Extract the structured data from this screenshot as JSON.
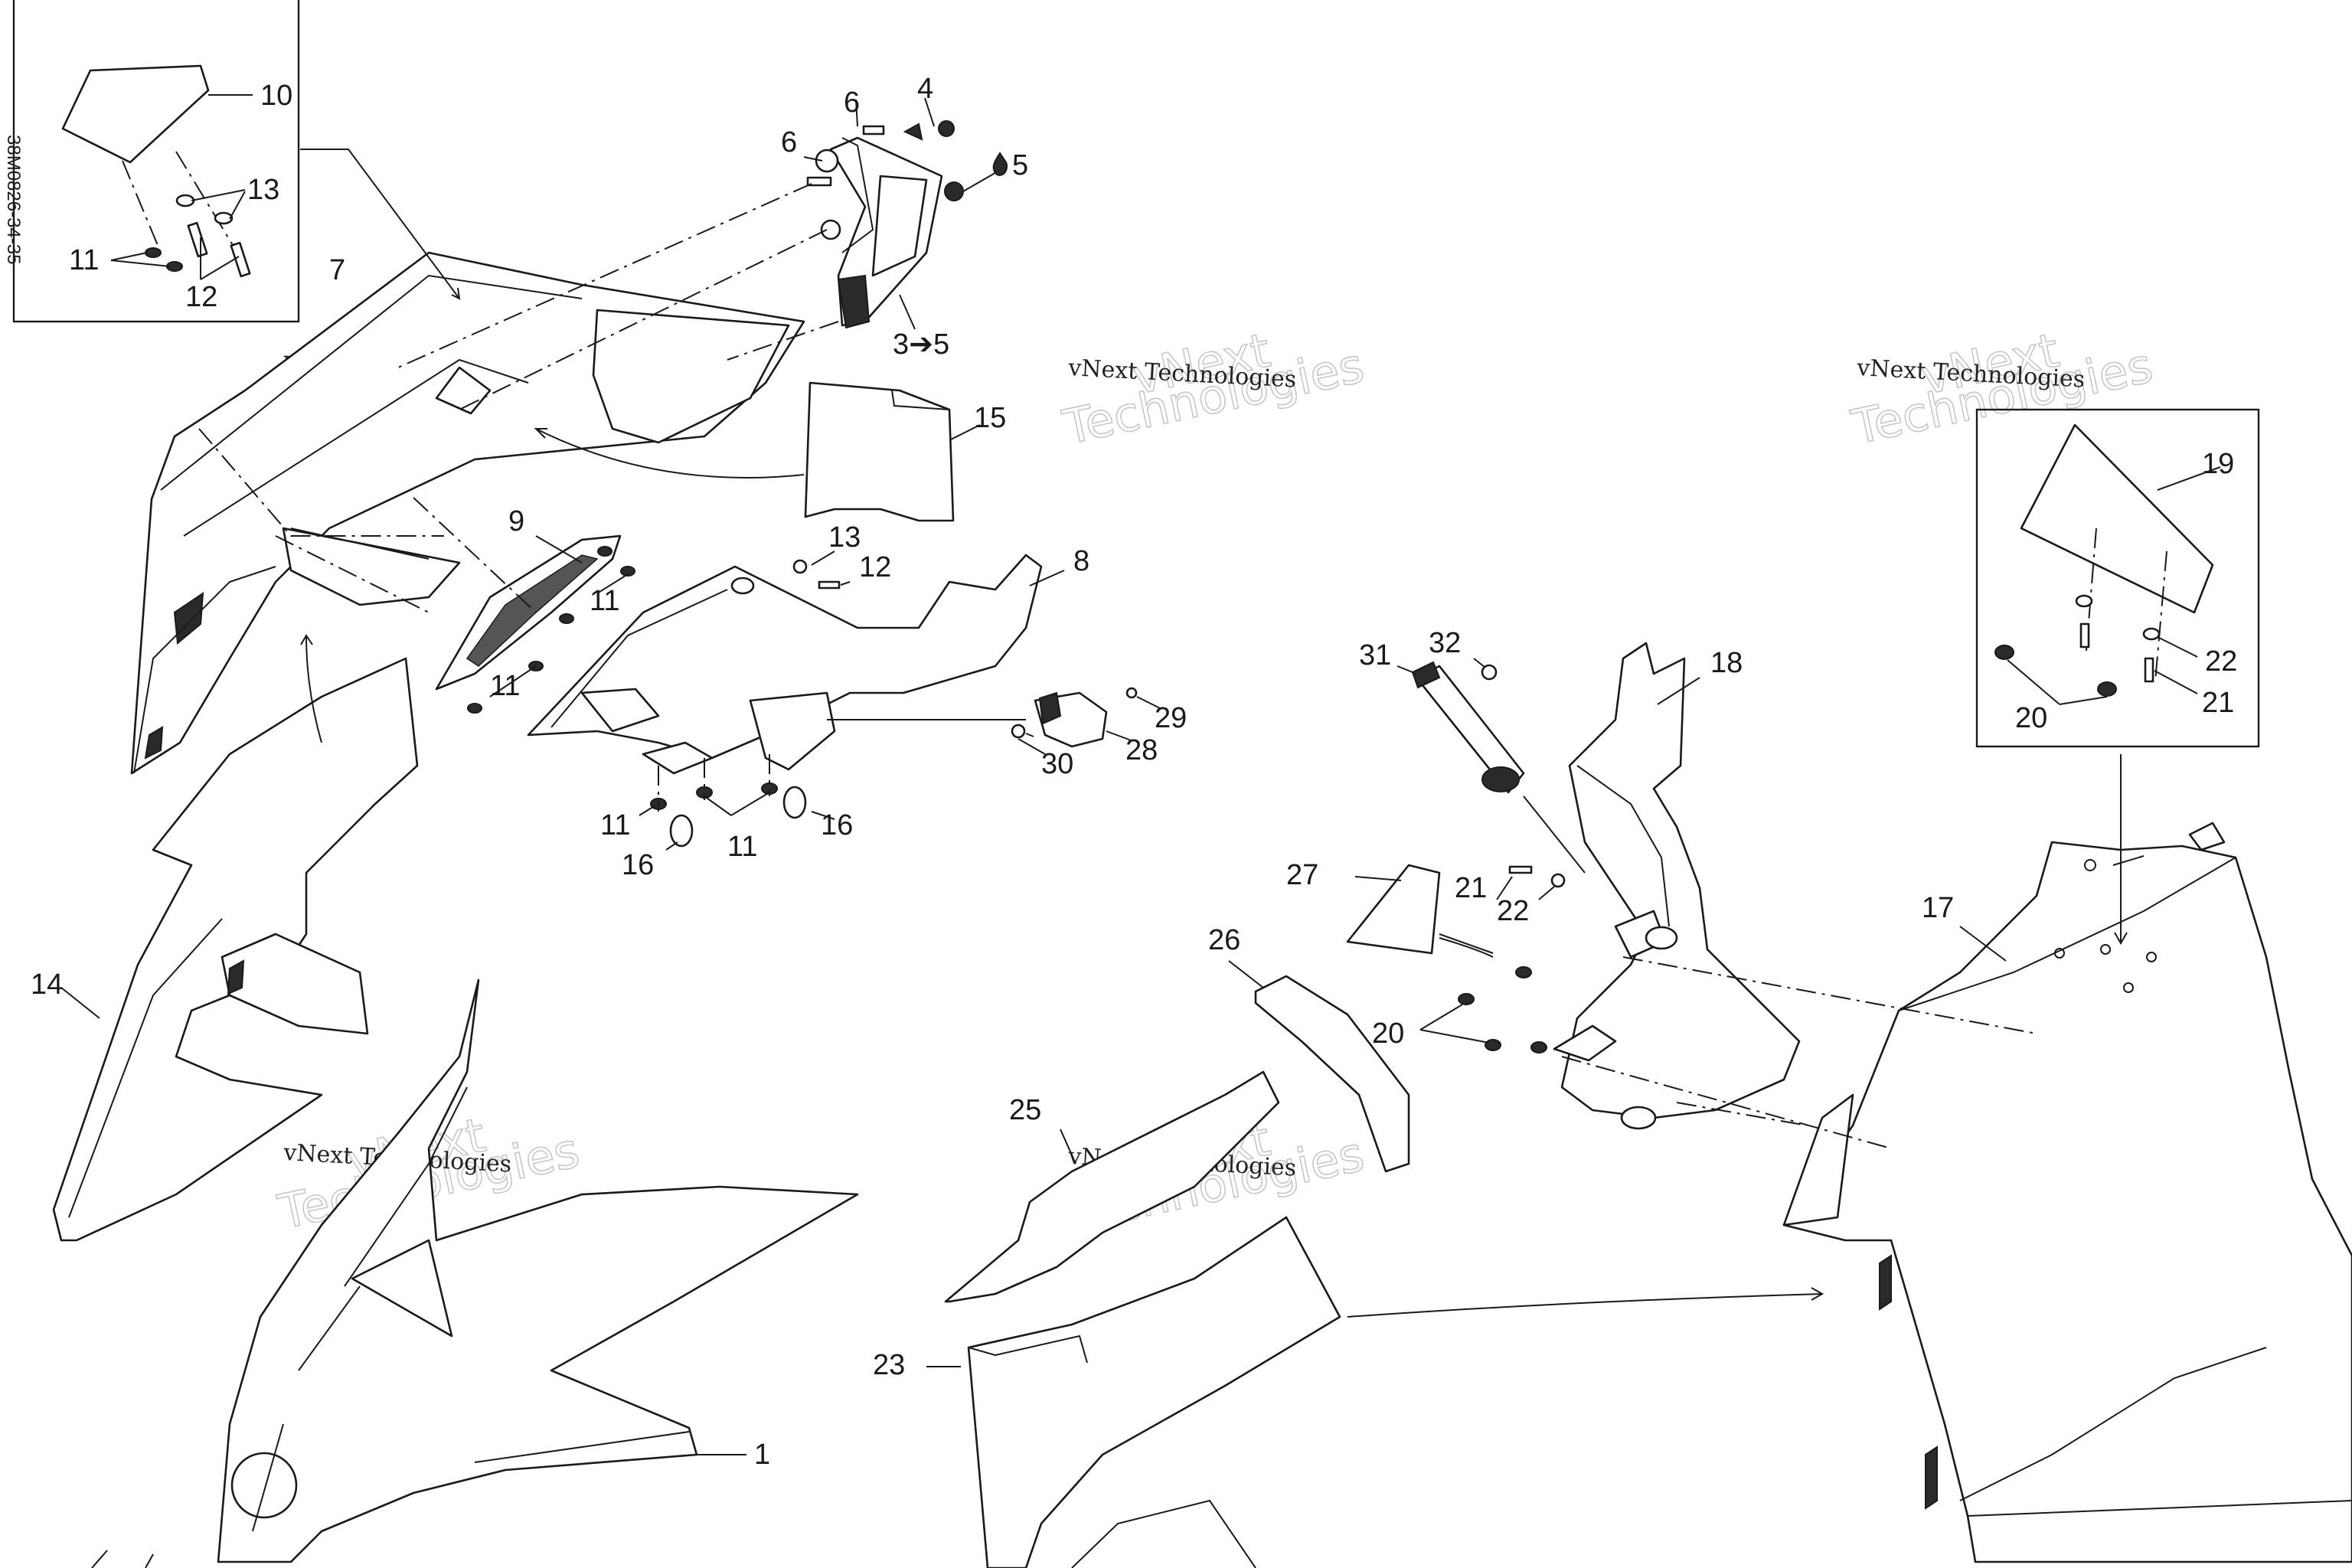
{
  "drawing": {
    "reference_code": "38M0826-34-35",
    "watermark_name": "vNext",
    "watermark_line1": "vNext Technologies",
    "watermark_line2": "Technologies",
    "accent_color": "#1a1a1a",
    "background_color": "#ffffff"
  },
  "callouts": [
    {
      "id": "c10",
      "text": "10"
    },
    {
      "id": "c13a",
      "text": "13"
    },
    {
      "id": "c11a",
      "text": "11"
    },
    {
      "id": "c12a",
      "text": "12"
    },
    {
      "id": "c7",
      "text": "7"
    },
    {
      "id": "c6a",
      "text": "6"
    },
    {
      "id": "c6b",
      "text": "6"
    },
    {
      "id": "c4",
      "text": "4"
    },
    {
      "id": "c5",
      "text": "5"
    },
    {
      "id": "c3to5",
      "text": "3➔5"
    },
    {
      "id": "c15",
      "text": "15"
    },
    {
      "id": "c9",
      "text": "9"
    },
    {
      "id": "c13b",
      "text": "13"
    },
    {
      "id": "c12b",
      "text": "12"
    },
    {
      "id": "c8",
      "text": "8"
    },
    {
      "id": "c11b",
      "text": "11"
    },
    {
      "id": "c11c",
      "text": "11"
    },
    {
      "id": "c29",
      "text": "29"
    },
    {
      "id": "c28",
      "text": "28"
    },
    {
      "id": "c30",
      "text": "30"
    },
    {
      "id": "c11d",
      "text": "11"
    },
    {
      "id": "c16a",
      "text": "16"
    },
    {
      "id": "c11e",
      "text": "11"
    },
    {
      "id": "c16b",
      "text": "16"
    },
    {
      "id": "c14",
      "text": "14"
    },
    {
      "id": "c1",
      "text": "1"
    },
    {
      "id": "c19",
      "text": "19"
    },
    {
      "id": "c22a",
      "text": "22"
    },
    {
      "id": "c21a",
      "text": "21"
    },
    {
      "id": "c20a",
      "text": "20"
    },
    {
      "id": "c31",
      "text": "31"
    },
    {
      "id": "c32",
      "text": "32"
    },
    {
      "id": "c18",
      "text": "18"
    },
    {
      "id": "c27",
      "text": "27"
    },
    {
      "id": "c21b",
      "text": "21"
    },
    {
      "id": "c22b",
      "text": "22"
    },
    {
      "id": "c26",
      "text": "26"
    },
    {
      "id": "c17",
      "text": "17"
    },
    {
      "id": "c20b",
      "text": "20"
    },
    {
      "id": "c25",
      "text": "25"
    },
    {
      "id": "c23",
      "text": "23"
    }
  ]
}
